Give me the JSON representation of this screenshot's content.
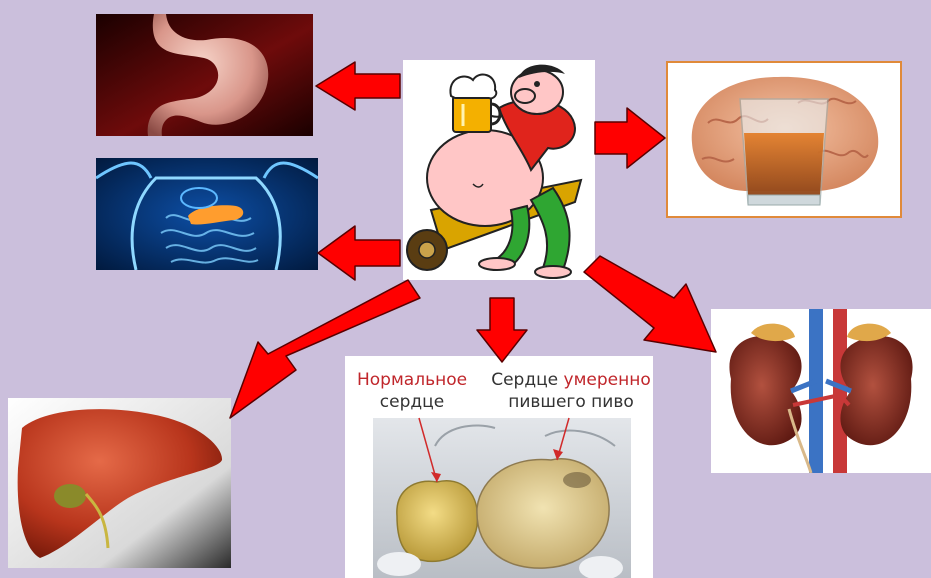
{
  "heart_caption": {
    "normal_line1": "Нормальное",
    "normal_line2": "сердце",
    "beer_line1_part1": "Сердце ",
    "beer_line1_part2": "умеренно",
    "beer_line2": "пившего пиво"
  },
  "colors": {
    "background": "#cbbfdc",
    "arrow_fill": "#ff0000",
    "arrow_stroke": "#5a0000",
    "caption_red": "#c0262b",
    "caption_dark": "#333333"
  }
}
